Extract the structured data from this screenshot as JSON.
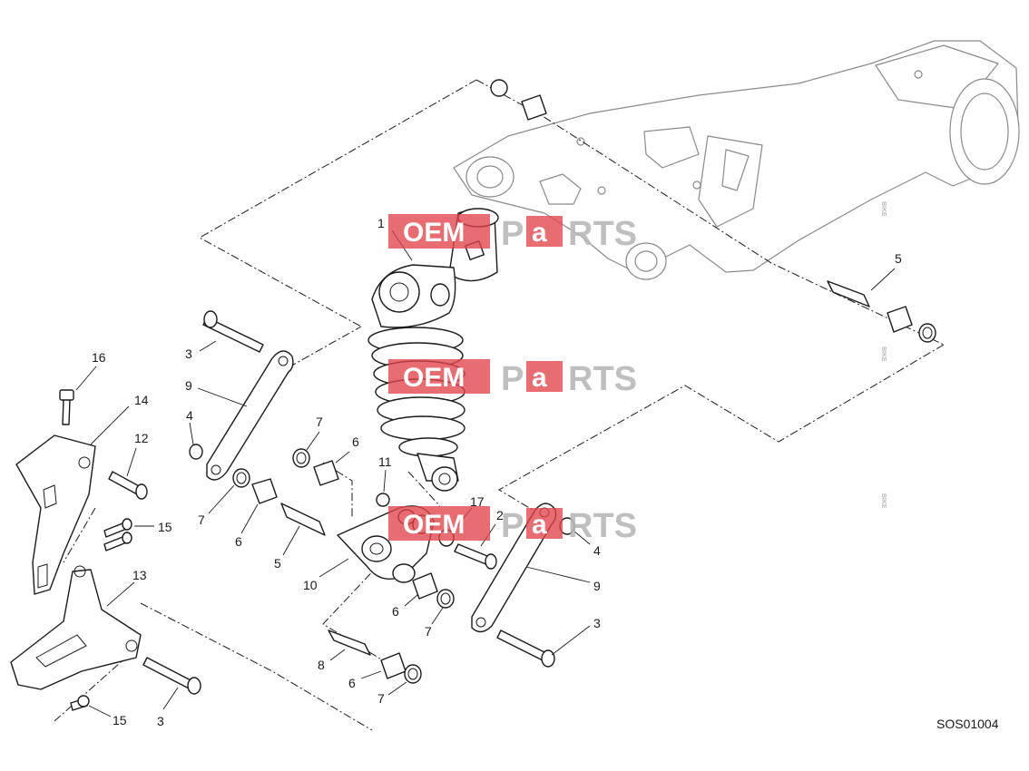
{
  "diagram": {
    "reference_code": "SOS01004",
    "callouts": [
      {
        "id": "c1",
        "label": "1"
      },
      {
        "id": "c2",
        "label": "2"
      },
      {
        "id": "c3a",
        "label": "3"
      },
      {
        "id": "c3b",
        "label": "3"
      },
      {
        "id": "c3c",
        "label": "3"
      },
      {
        "id": "c4a",
        "label": "4"
      },
      {
        "id": "c4b",
        "label": "4"
      },
      {
        "id": "c5a",
        "label": "5"
      },
      {
        "id": "c5b",
        "label": "5"
      },
      {
        "id": "c6a",
        "label": "6"
      },
      {
        "id": "c6b",
        "label": "6"
      },
      {
        "id": "c6c",
        "label": "6"
      },
      {
        "id": "c6d",
        "label": "6"
      },
      {
        "id": "c7a",
        "label": "7"
      },
      {
        "id": "c7b",
        "label": "7"
      },
      {
        "id": "c7c",
        "label": "7"
      },
      {
        "id": "c7d",
        "label": "7"
      },
      {
        "id": "c8",
        "label": "8"
      },
      {
        "id": "c9a",
        "label": "9"
      },
      {
        "id": "c9b",
        "label": "9"
      },
      {
        "id": "c10",
        "label": "10"
      },
      {
        "id": "c11",
        "label": "11"
      },
      {
        "id": "c12",
        "label": "12"
      },
      {
        "id": "c13",
        "label": "13"
      },
      {
        "id": "c14",
        "label": "14"
      },
      {
        "id": "c15a",
        "label": "15"
      },
      {
        "id": "c15b",
        "label": "15"
      },
      {
        "id": "c16",
        "label": "16"
      },
      {
        "id": "c17",
        "label": "17"
      }
    ]
  },
  "watermark": {
    "box_text": "OEM",
    "side_text": "BIKE",
    "brand_p": "P",
    "brand_a": "a",
    "brand_rts": "RTS",
    "box_color": "#e2444a",
    "grey_color": "#b9b9b9"
  }
}
